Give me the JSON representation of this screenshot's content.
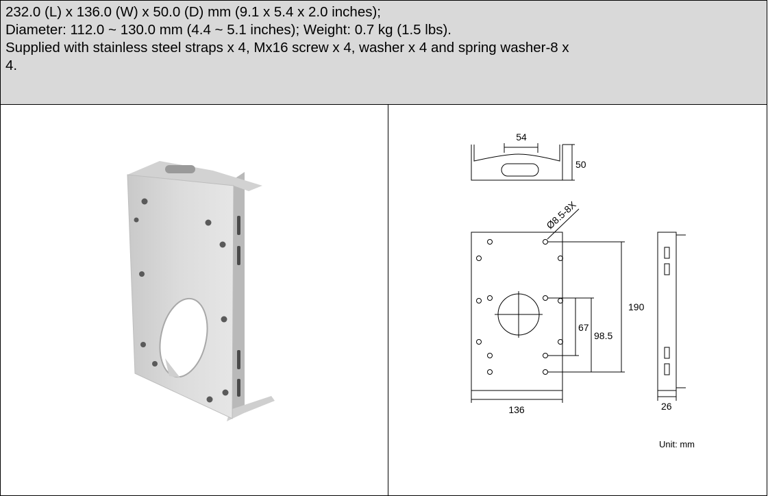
{
  "specs": {
    "line1": "232.0 (L) x 136.0 (W) x 50.0 (D) mm (9.1 x 5.4 x 2.0 inches);",
    "line2": "Diameter: 112.0 ~ 130.0 mm (4.4 ~ 5.1 inches); Weight: 0.7 kg (1.5 lbs).",
    "line3": "Supplied with stainless steel straps x 4, Mx16 screw x 4, washer x 4 and spring washer-8 x",
    "line4": "4."
  },
  "drawing": {
    "top_width": "54",
    "top_depth": "50",
    "hole_callout": "Ø8.5-8X",
    "height": "190",
    "spacing_inner": "67",
    "spacing_outer": "98.5",
    "width": "136",
    "side_depth": "26",
    "unit": "Unit: mm"
  }
}
